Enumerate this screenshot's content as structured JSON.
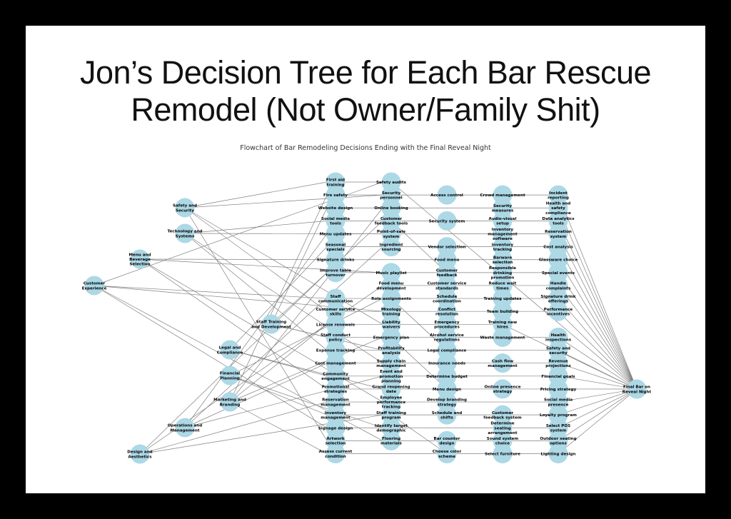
{
  "slide": {
    "title_line1": "Jon’s Decision Tree for Each Bar Rescue",
    "title_line2": "Remodel (Not Owner/Family Shit)",
    "subtitle": "Flowchart of Bar Remodeling Decisions Ending with the Final Reveal Night"
  },
  "colors": {
    "node": "#add8e6",
    "edge": "#808080",
    "text": "#000000"
  },
  "graph": {
    "categories": [
      "Safety and Security",
      "Technology and Systems",
      "Menu and Beverage Selection",
      "Customer Experience",
      "Staff Training and Development",
      "Legal and Compliance",
      "Financial Planning",
      "Marketing and Branding",
      "Operations and Management",
      "Design and Aesthetics"
    ],
    "final_node": "Final Bar on Reveal Night",
    "step_rows": [
      [
        "First aid training",
        "Safety audits",
        null,
        null,
        null
      ],
      [
        "Fire safety",
        "Security personnel",
        "Access control",
        "Crowd management",
        "Incident reporting"
      ],
      [
        "Website design",
        "Online booking",
        null,
        "Security measures",
        "Health and safety compliance"
      ],
      [
        "Social media tools",
        "Customer feedback tools",
        "Security system",
        "Audio-visual setup",
        "Data analytics tools"
      ],
      [
        "Menu updates",
        "Point-of-sale system",
        null,
        "Inventory management software",
        "Reservation system"
      ],
      [
        "Seasonal specials",
        "Ingredient sourcing",
        "Vendor selection",
        "Inventory tracking",
        "Cost analysis"
      ],
      [
        "Signature drinks",
        null,
        "Food menu",
        "Barware selection",
        "Glassware choice"
      ],
      [
        "Improve table turnover",
        "Music playlist",
        "Customer feedback",
        "Responsible drinking promotion",
        "Special events"
      ],
      [
        null,
        "Food menu development",
        "Customer service standards",
        "Reduce wait times",
        "Handle complaints"
      ],
      [
        "Staff communication",
        "Role assignments",
        "Schedule coordination",
        "Training updates",
        "Signature drink offerings"
      ],
      [
        "Customer service skills",
        "Mixology training",
        "Conflict resolution",
        "Team building",
        "Performance incentives"
      ],
      [
        "License renewals",
        "Liability waivers",
        "Emergency procedures",
        "Training new hires",
        null
      ],
      [
        "Staff conduct policy",
        "Emergency plan",
        "Alcohol service regulations",
        "Waste management",
        "Health inspections"
      ],
      [
        "Expense tracking",
        "Profitability analysis",
        "Legal compliance",
        null,
        "Safety and security"
      ],
      [
        "Cost management",
        "Supply chain management",
        "Insurance needs",
        "Cash flow management",
        "Revenue projections"
      ],
      [
        "Community engagement",
        "Event and promotion planning",
        "Determine budget",
        null,
        "Financial goals"
      ],
      [
        "Promotional strategies",
        "Grand reopening date",
        "Menu design",
        "Online presence strategy",
        "Pricing strategy"
      ],
      [
        "Reservation management",
        "Employee performance tracking",
        "Develop branding strategy",
        null,
        "Social media presence"
      ],
      [
        "Inventory management",
        "Staff training program",
        "Schedule and shifts",
        "Customer feedback system",
        "Loyalty program"
      ],
      [
        "Signage design",
        "Identify target demographic",
        null,
        "Determine seating arrangement",
        "Select POS system"
      ],
      [
        "Artwork selection",
        "Flooring materials",
        "Bar counter design",
        "Sound system choice",
        "Outdoor seating options"
      ],
      [
        "Assess current condition",
        null,
        "Choose color scheme",
        "Select furniture",
        "Lighting design"
      ]
    ]
  }
}
